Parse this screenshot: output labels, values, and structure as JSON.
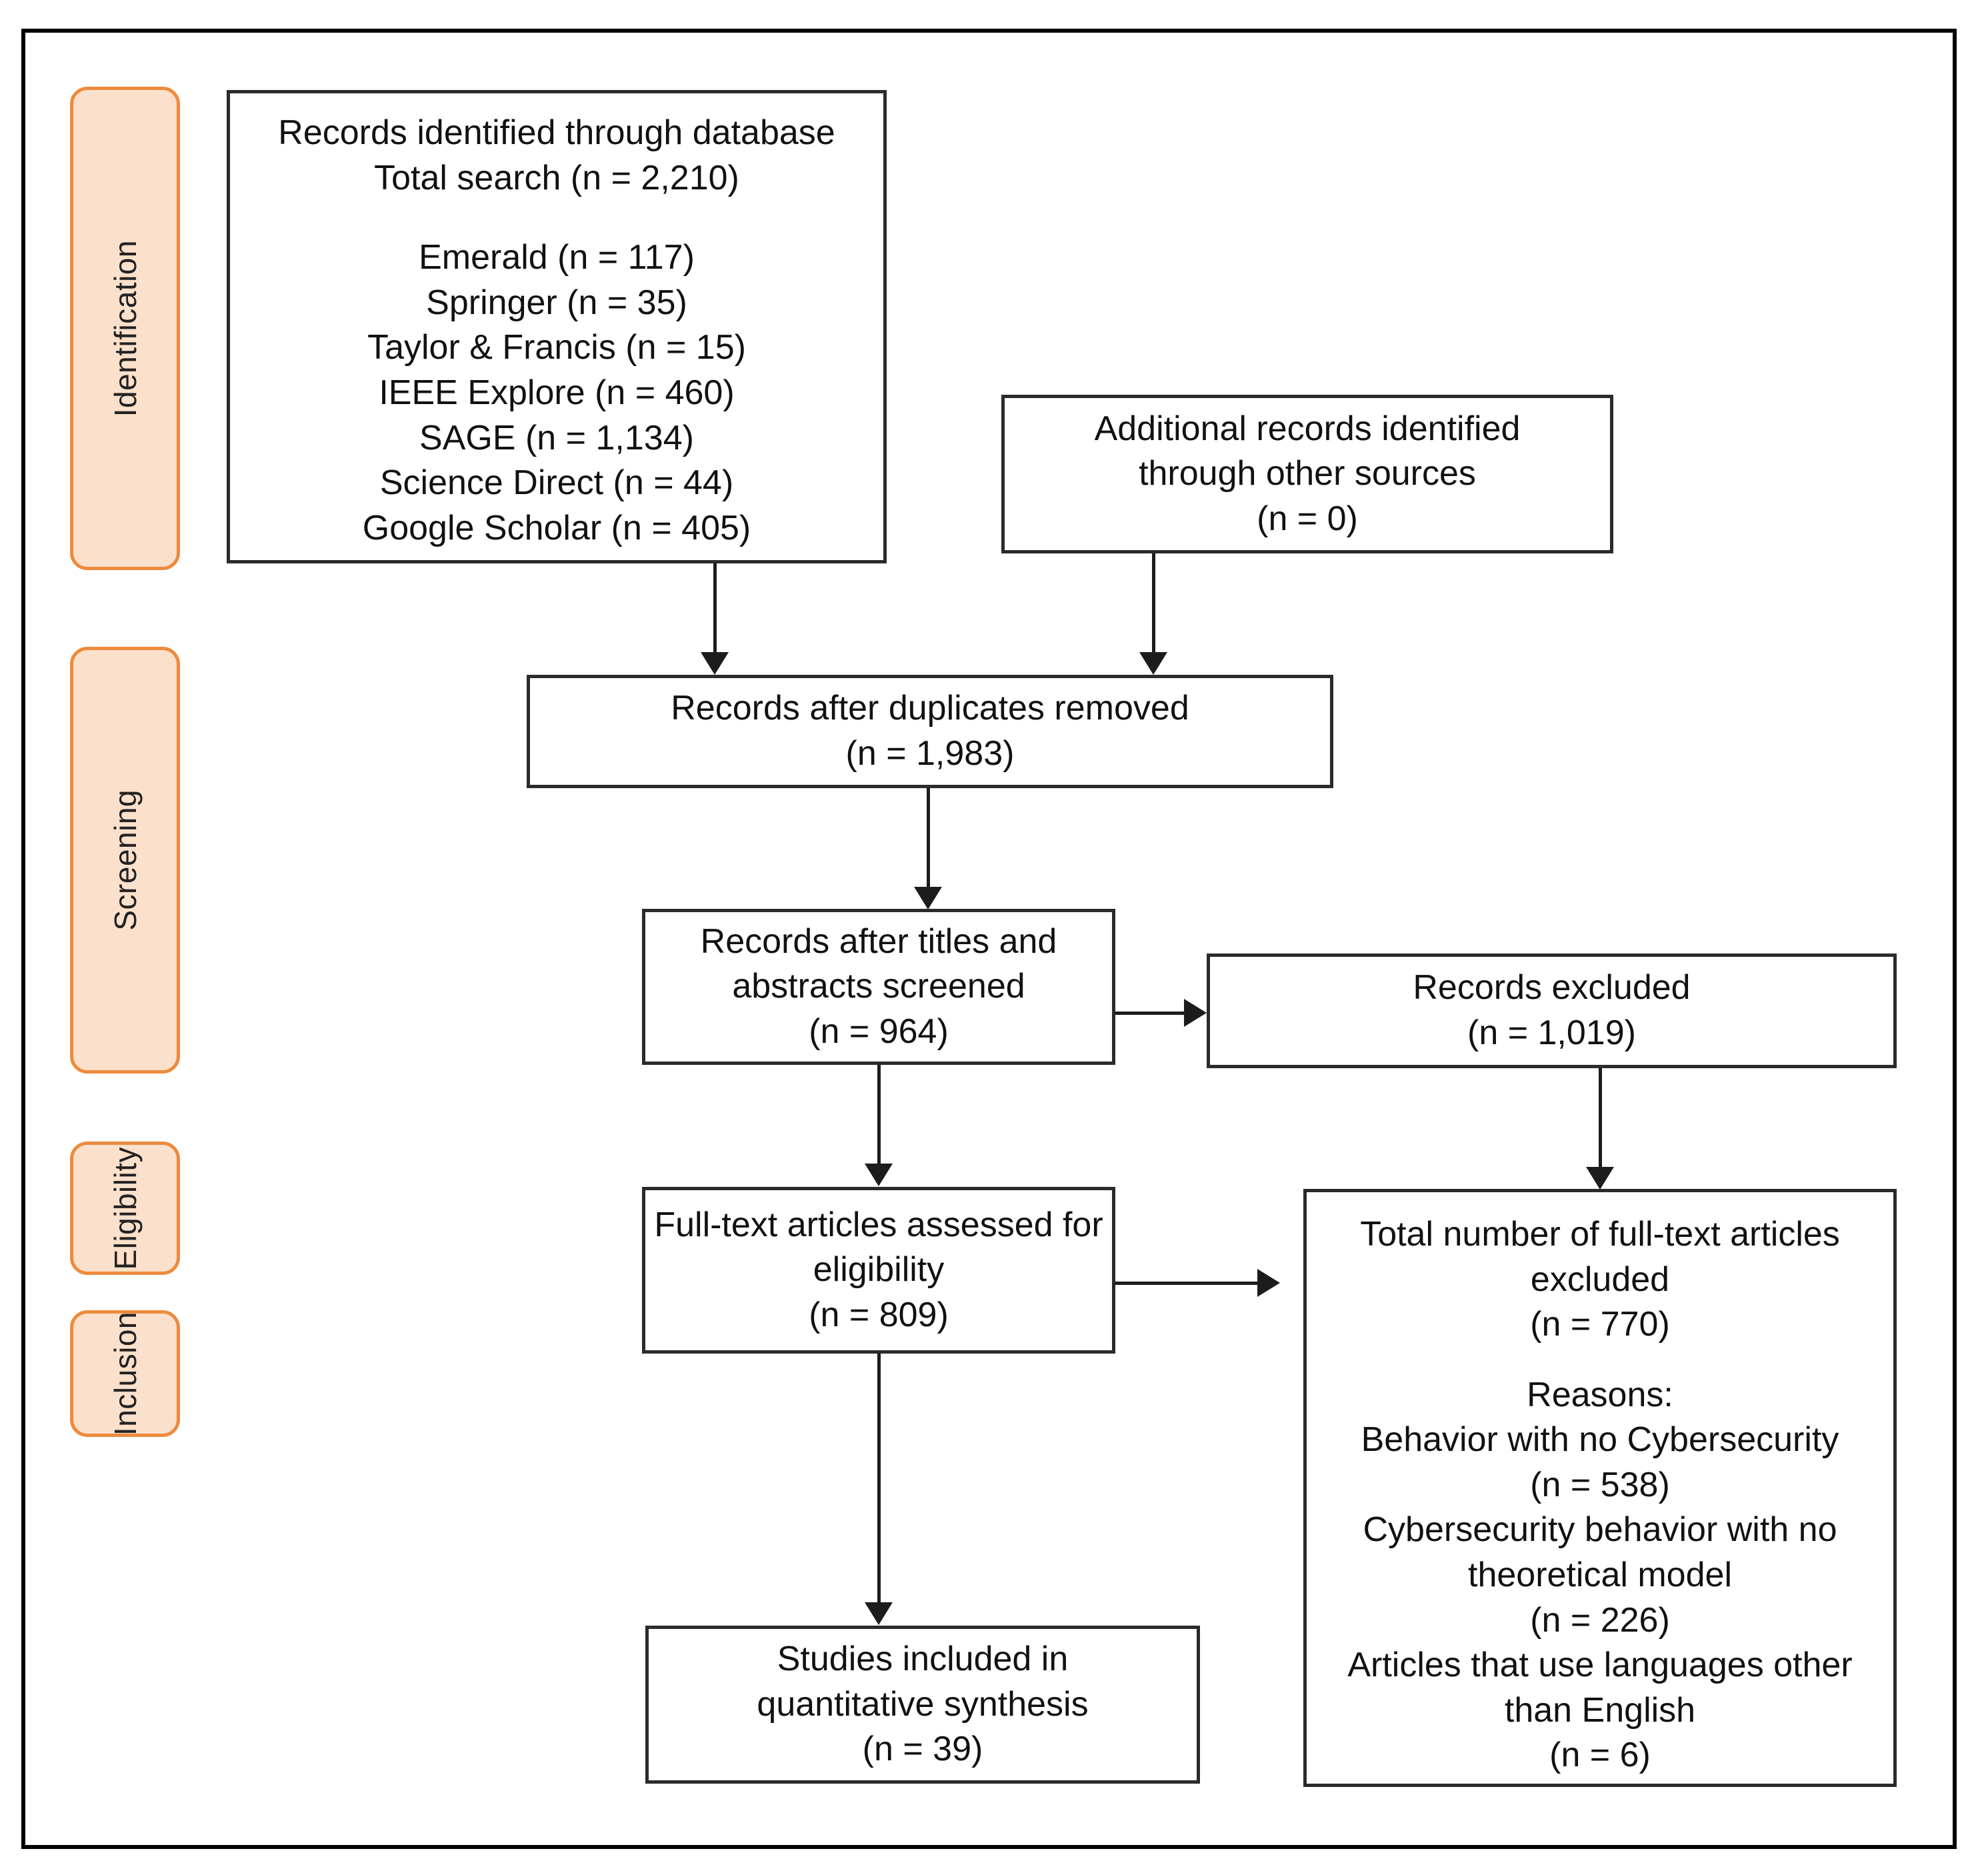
{
  "diagram": {
    "type": "prisma-flow-diagram",
    "stages": [
      {
        "id": "identification",
        "label": "Identification"
      },
      {
        "id": "screening",
        "label": "Screening"
      },
      {
        "id": "eligibility",
        "label": "Eligibility"
      },
      {
        "id": "inclusion",
        "label": "Inclusion"
      }
    ],
    "colors": {
      "stage_fill": "#FBE0CB",
      "stage_border": "#ED8B3C",
      "box_border": "#2B2B2B",
      "connector": "#1C1C1C",
      "frame": "#000000",
      "text": "#111111"
    },
    "boxes": {
      "database": {
        "title_line1": "Records identified through database",
        "title_line2": "Total search (n = 2,210)",
        "sources": [
          "Emerald (n = 117)",
          "Springer (n = 35)",
          "Taylor & Francis (n = 15)",
          "IEEE Explore (n = 460)",
          "SAGE (n = 1,134)",
          "Science Direct (n = 44)",
          "Google Scholar (n = 405)"
        ]
      },
      "additional": {
        "line1": "Additional records identified",
        "line2": "through other sources",
        "line3": "(n = 0)"
      },
      "duplicates": {
        "line1": "Records after duplicates removed",
        "line2": "(n = 1,983)"
      },
      "screened": {
        "line1": "Records after titles and",
        "line2": "abstracts screened",
        "line3": "(n = 964)"
      },
      "records_excluded": {
        "line1": "Records excluded",
        "line2": "(n = 1,019)"
      },
      "fulltext": {
        "line1": "Full-text articles assessed for",
        "line2": "eligibility",
        "line3": "(n = 809)"
      },
      "fulltext_excluded": {
        "line1": "Total number of full-text articles",
        "line2": "excluded",
        "line3": "(n = 770)",
        "reasons_heading": "Reasons:",
        "reasons": [
          {
            "text_line1": "Behavior with no Cybersecurity",
            "text_line2": "",
            "count": "(n = 538)"
          },
          {
            "text_line1": "Cybersecurity behavior with no",
            "text_line2": "theoretical model",
            "count": "(n = 226)"
          },
          {
            "text_line1": "Articles that use languages other",
            "text_line2": "than English",
            "count": "(n = 6)"
          }
        ]
      },
      "included": {
        "line1": "Studies included in",
        "line2": "quantitative synthesis",
        "line3": "(n = 39)"
      }
    },
    "counts": {
      "total_search": 2210,
      "emerald": 117,
      "springer": 35,
      "taylor_francis": 15,
      "ieee_explore": 460,
      "sage": 1134,
      "science_direct": 44,
      "google_scholar": 405,
      "additional_sources": 0,
      "after_duplicates": 1983,
      "after_title_abstract_screen": 964,
      "records_excluded": 1019,
      "fulltext_assessed": 809,
      "fulltext_excluded": 770,
      "reason_behavior_no_cyber": 538,
      "reason_no_theoretical_model": 226,
      "reason_non_english": 6,
      "included_studies": 39
    }
  }
}
